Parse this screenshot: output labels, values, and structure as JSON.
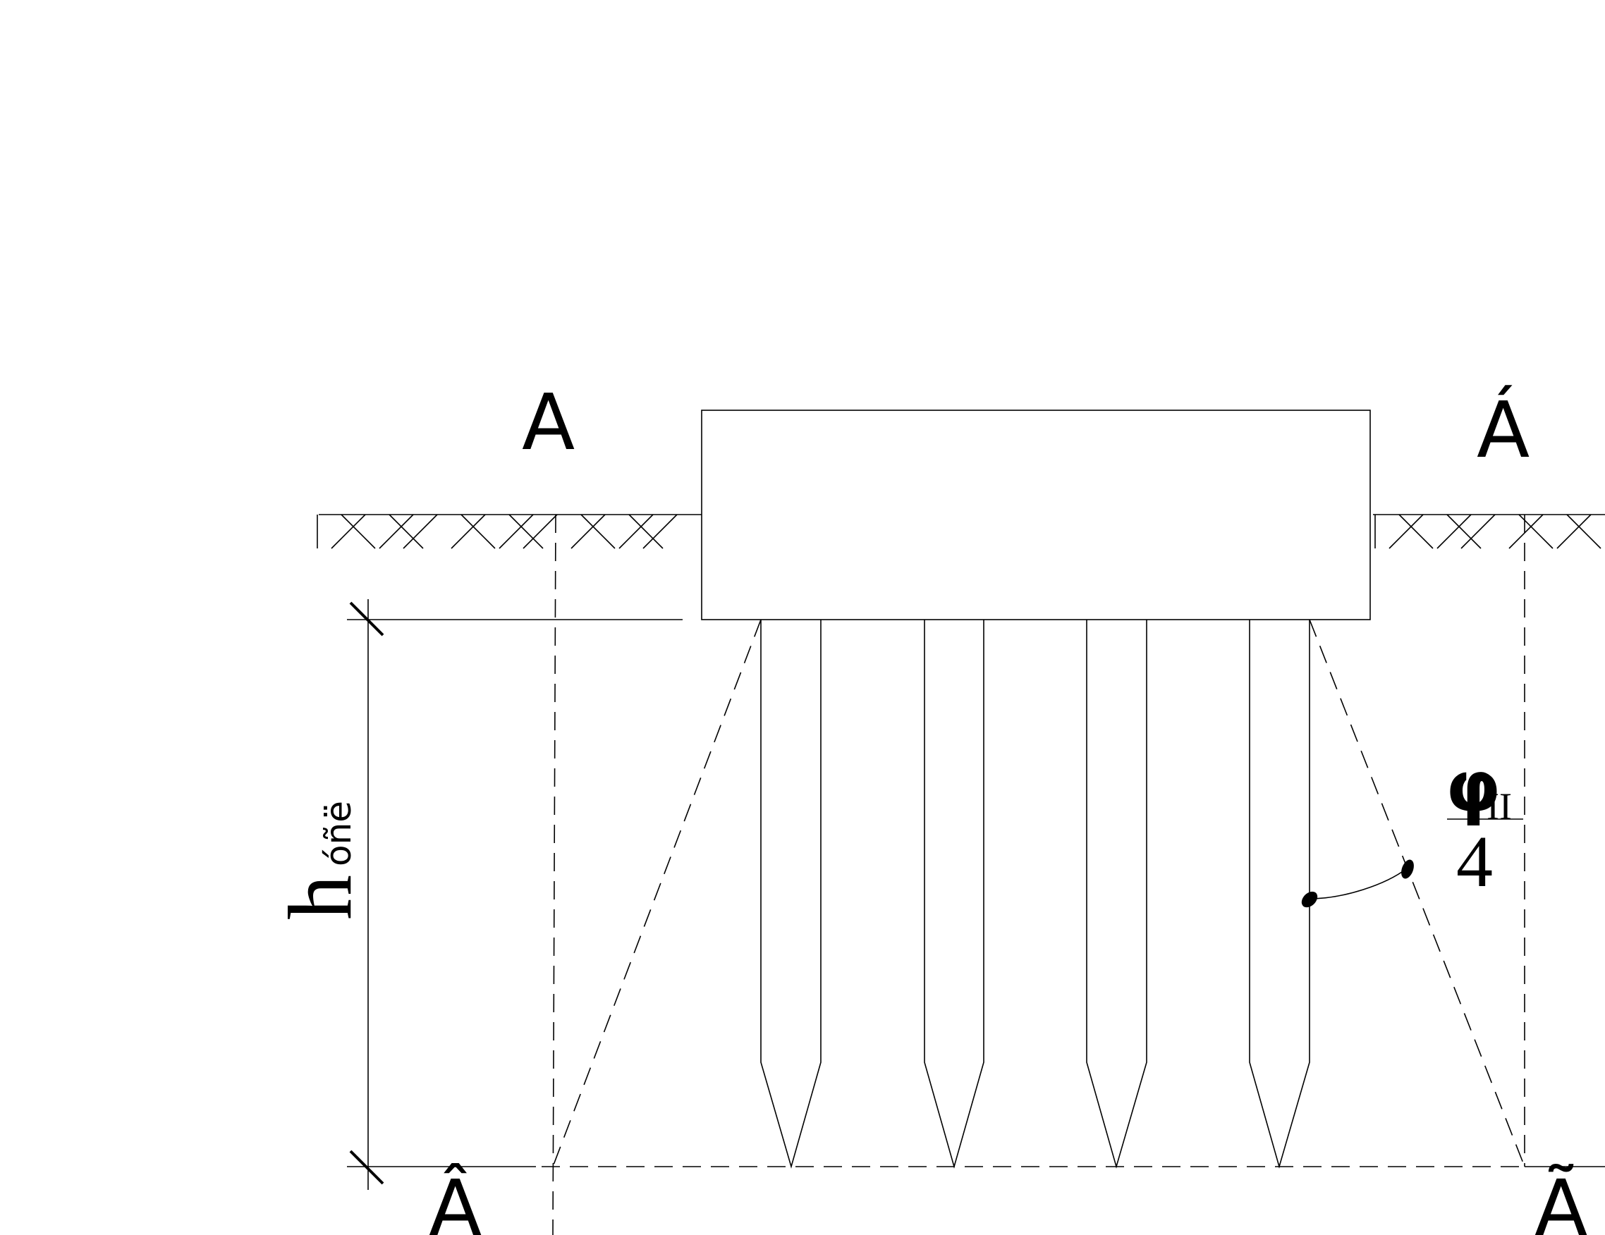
{
  "labels": {
    "top_left": "A",
    "top_right": "Á",
    "bottom_left": "Â",
    "bottom_right": "Ã"
  },
  "dimension": {
    "symbol": "h",
    "subscript": "óñë"
  },
  "angle": {
    "numerator_symbol": "φ",
    "numerator_subscript": "II",
    "denominator": "4"
  }
}
